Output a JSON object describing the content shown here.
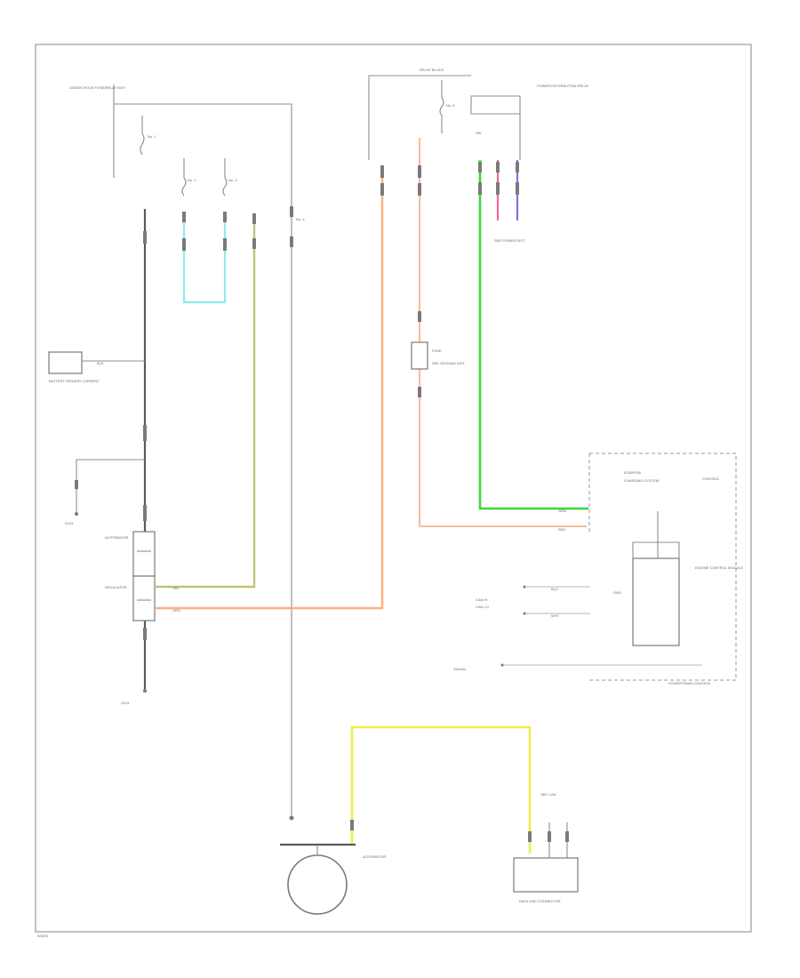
{
  "diagram": {
    "labels": {
      "top_center": "RELAY BLOCK",
      "under_hood_fuse": "UNDER-HOOD FUSE/RELAY BOX",
      "fuse_a": "No. 1",
      "fuse_b": "No. 2",
      "fuse_c": "No. 3",
      "fuse_d": "No. 4",
      "fuse_e": "No. 5",
      "relay_block": "POWER DISTRIBUTION RELAY",
      "relay_sub": "SW",
      "right_connector": "SEE POWER DIST",
      "battery_sensor": "BATTERY SENSOR CURRENT",
      "ground_left": "G101",
      "ecm_top": "ECM/PCM",
      "alternator_box": "ALTERNATOR",
      "alt_regulator": "REGULATOR",
      "left_ground_bottom": "G201",
      "mid_fuse": "FUSE",
      "mid_fuse_note": "SEE GROUND DIST",
      "ecm_control_label": "CHARGING SYSTEM",
      "ecm_box_label": "ENGINE CONTROL MODULE",
      "right_module_note": "CONTROL",
      "right_c1": "CAN HI",
      "right_c2": "CAN LO",
      "right_c3": "SIGNAL",
      "right_lower": "GND",
      "right_footer": "POWERTRAIN CONTROL",
      "alternator": "ALTERNATOR",
      "bottom_right_connector": "SEE CAN",
      "bottom_right_box": "DATA LINK CONNECTOR",
      "footer_code": "W0001"
    },
    "wire_codes": {
      "w1": "BLK",
      "w2": "BLU",
      "w3": "WHT",
      "w4": "ORG",
      "w5": "GRN",
      "w6": "RED",
      "w7": "YEL"
    }
  }
}
